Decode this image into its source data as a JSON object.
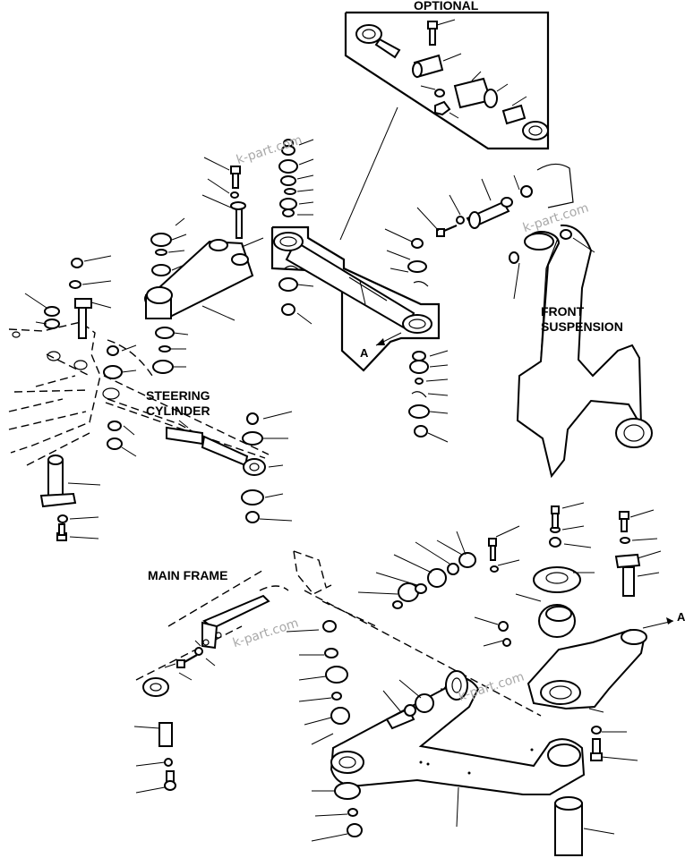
{
  "labels": {
    "optional": "OPTIONAL",
    "front_suspension": "FRONT\nSUSPENSION",
    "steering_cylinder": "STEERING\nCYLINDER",
    "main_frame": "MAIN FRAME",
    "ref_a_center": "A",
    "ref_a_right": "A"
  },
  "watermarks": [
    "k-part.com",
    "k-part.com",
    "k-part.com",
    "k-part.com"
  ],
  "colors": {
    "line": "#000000",
    "watermark": "#a8a8a8",
    "background": "#ffffff"
  }
}
